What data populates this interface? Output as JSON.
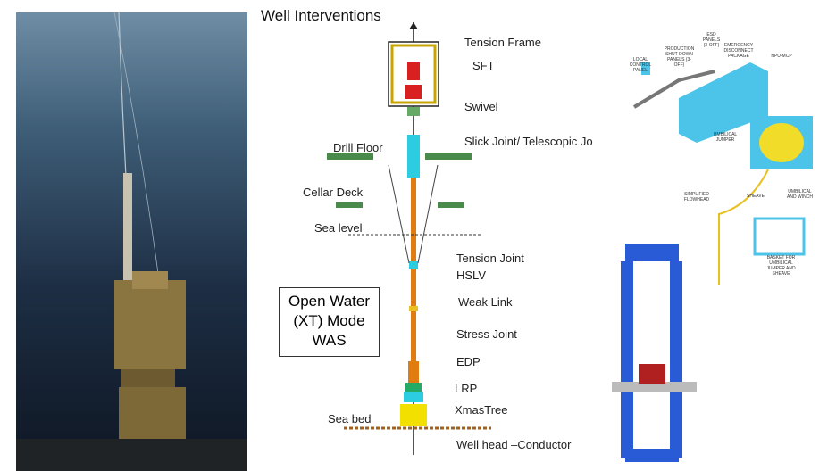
{
  "title": "Well Interventions",
  "mode_box": {
    "line1": "Open Water",
    "line2": "(XT) Mode",
    "line3": "WAS"
  },
  "left_labels": {
    "drill_floor": "Drill Floor",
    "cellar_deck": "Cellar Deck",
    "sea_level": "Sea level",
    "sea_bed": "Sea bed"
  },
  "components": [
    "Tension Frame",
    "SFT",
    "Swivel",
    "Slick Joint/ Telescopic Jo",
    "Tension Joint",
    "HSLV",
    "Weak Link",
    "Stress Joint",
    "EDP",
    "LRP",
    "XmasTree",
    "Well head –Conductor"
  ],
  "equipment_labels": {
    "local": "LOCAL CONTROL PANEL",
    "psd": "PRODUCTION SHUT-DOWN PANELS (3-OFF)",
    "esd": "ESD PANELS (3-OFF)",
    "edp": "EMERGENCY DISCONNECT PACKAGE",
    "hpu": "HPU-MCP",
    "jumper": "UMBILICAL JUMPER",
    "winch": "UMBILICAL AND WINCH",
    "sheave": "SHEAVE",
    "flowhead": "SIMPLIFIED FLOWHEAD",
    "basket": "BASKET FOR UMBILICAL JUMPER AND SHEAVE"
  }
}
